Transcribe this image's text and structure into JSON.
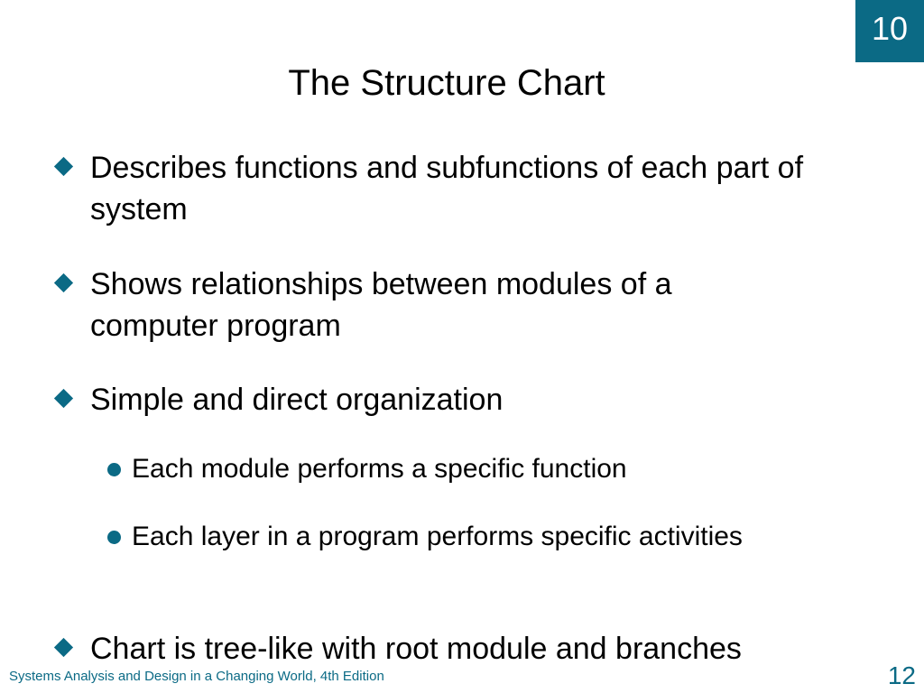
{
  "header": {
    "chapter_number": "10",
    "title": "The Structure Chart"
  },
  "bullets": [
    {
      "text": "Describes functions and subfunctions of each part of system"
    },
    {
      "text": "Shows relationships between modules of a computer program"
    },
    {
      "text": "Simple and direct organization"
    },
    {
      "text": "Chart is tree-like with root module and branches"
    }
  ],
  "subbullets": [
    {
      "text": "Each module performs a specific function"
    },
    {
      "text": "Each layer in a program performs specific activities"
    }
  ],
  "footer": {
    "text": "Systems Analysis and Design in a Changing World, 4th Edition",
    "page_number": "12"
  },
  "colors": {
    "accent": "#0b6a85",
    "text": "#000000",
    "background": "#ffffff"
  }
}
